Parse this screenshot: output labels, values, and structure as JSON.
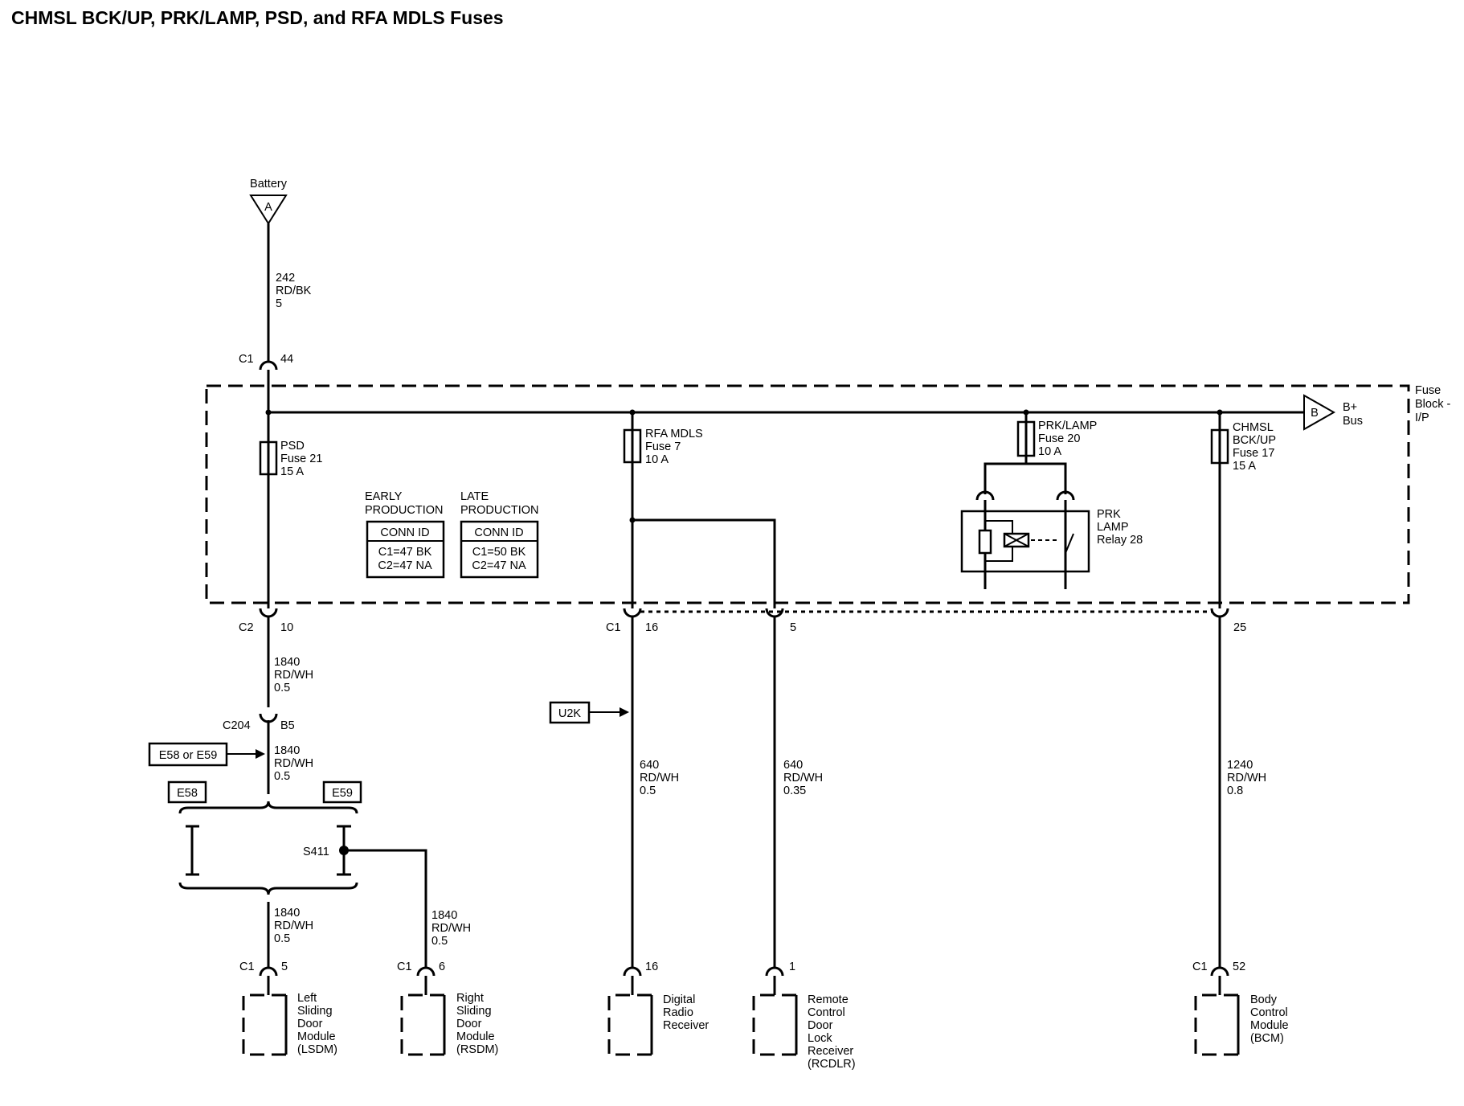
{
  "title": "CHMSL BCK/UP, PRK/LAMP, PSD, and RFA MDLS Fuses",
  "battery": {
    "label": "Battery",
    "ref": "A"
  },
  "bplus": {
    "ref": "B",
    "label1": "B+",
    "label2": "Bus"
  },
  "fuse_block": {
    "l1": "Fuse",
    "l2": "Block -",
    "l3": "I/P"
  },
  "wires": {
    "w242": {
      "circuit": "242",
      "color": "RD/BK",
      "gauge": "5"
    },
    "w1840a": {
      "circuit": "1840",
      "color": "RD/WH",
      "gauge": "0.5"
    },
    "w1840b": {
      "circuit": "1840",
      "color": "RD/WH",
      "gauge": "0.5"
    },
    "w1840c": {
      "circuit": "1840",
      "color": "RD/WH",
      "gauge": "0.5"
    },
    "w1840d": {
      "circuit": "1840",
      "color": "RD/WH",
      "gauge": "0.5"
    },
    "w640a": {
      "circuit": "640",
      "color": "RD/WH",
      "gauge": "0.5"
    },
    "w640b": {
      "circuit": "640",
      "color": "RD/WH",
      "gauge": "0.35"
    },
    "w1240": {
      "circuit": "1240",
      "color": "RD/WH",
      "gauge": "0.8"
    }
  },
  "connectors": {
    "c1_44": {
      "conn": "C1",
      "pin": "44"
    },
    "c2_10": {
      "conn": "C2",
      "pin": "10"
    },
    "c204": {
      "conn": "C204",
      "pin": "B5"
    },
    "c1_16": {
      "conn": "C1",
      "pin": "16"
    },
    "pin5": "5",
    "pin25": "25",
    "lsdm": {
      "conn": "C1",
      "pin": "5"
    },
    "rsdm": {
      "conn": "C1",
      "pin": "6"
    },
    "drr_pin": "16",
    "rcdlr_pin": "1",
    "bcm": {
      "conn": "C1",
      "pin": "52"
    }
  },
  "fuses": {
    "psd": {
      "l1": "PSD",
      "l2": "Fuse 21",
      "l3": "15 A"
    },
    "rfa": {
      "l1": "RFA MDLS",
      "l2": "Fuse 7",
      "l3": "10 A"
    },
    "prk": {
      "l1": "PRK/LAMP",
      "l2": "Fuse 20",
      "l3": "10 A"
    },
    "chmsl": {
      "l1": "CHMSL",
      "l2": "BCK/UP",
      "l3": "Fuse 17",
      "l4": "15 A"
    }
  },
  "relay": {
    "l1": "PRK",
    "l2": "LAMP",
    "l3": "Relay 28"
  },
  "production": {
    "early": {
      "h1": "EARLY",
      "h2": "PRODUCTION",
      "conn_id": "CONN ID",
      "c1": "C1=47 BK",
      "c2": "C2=47 NA"
    },
    "late": {
      "h1": "LATE",
      "h2": "PRODUCTION",
      "conn_id": "CONN ID",
      "c1": "C1=50 BK",
      "c2": "C2=47 NA"
    }
  },
  "options": {
    "e58_or_e59": "E58 or E59",
    "e58": "E58",
    "e59": "E59",
    "u2k": "U2K"
  },
  "splice": "S411",
  "modules": {
    "lsdm": [
      "Left",
      "Sliding",
      "Door",
      "Module",
      "(LSDM)"
    ],
    "rsdm": [
      "Right",
      "Sliding",
      "Door",
      "Module",
      "(RSDM)"
    ],
    "drr": [
      "Digital",
      "Radio",
      "Receiver"
    ],
    "rcdlr": [
      "Remote",
      "Control",
      "Door",
      "Lock",
      "Receiver",
      "(RCDLR)"
    ],
    "bcm": [
      "Body",
      "Control",
      "Module",
      "(BCM)"
    ]
  }
}
